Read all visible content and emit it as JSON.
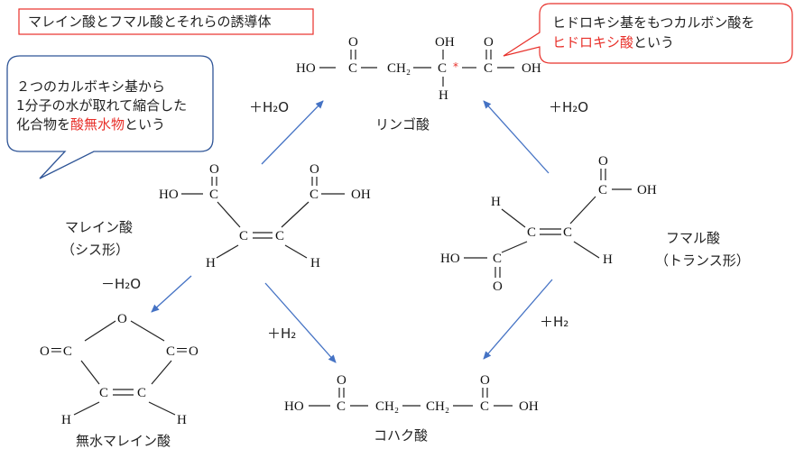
{
  "title": "マレイン酸とフマル酸とそれらの誘導体",
  "callout_left": {
    "line1": "２つのカルボキシ基から",
    "line2": "1分子の水が取れて縮合した",
    "line3_prefix": "化合物を",
    "line3_highlight": "酸無水物",
    "line3_suffix": "という"
  },
  "callout_right": {
    "line1": "ヒドロキシ基をもつカルボン酸を",
    "line2_highlight": "ヒドロキシ酸",
    "line2_suffix": "という"
  },
  "compounds": {
    "malic": "リンゴ酸",
    "maleic_name": "マレイン酸",
    "maleic_form": "（シス形）",
    "fumaric_name": "フマル酸",
    "fumaric_form": "（トランス形）",
    "anhydride": "無水マレイン酸",
    "succinic": "コハク酸"
  },
  "reagents": {
    "maleic_to_malic": "＋H₂O",
    "fumaric_to_malic": "＋H₂O",
    "maleic_to_anhydride": "－H₂O",
    "maleic_to_succinic": "＋H₂",
    "fumaric_to_succinic": "＋H₂"
  },
  "atoms": {
    "HO": "HO",
    "OH": "OH",
    "O": "O",
    "C": "C",
    "H": "H",
    "CH2": "CH₂",
    "eqO": "O＝C",
    "Oeq": "C＝O",
    "star": "*"
  },
  "colors": {
    "highlight": "#e8302a",
    "arrow": "#4472c4",
    "title_border": "#e8302a",
    "callout_border": "#2f5597"
  }
}
